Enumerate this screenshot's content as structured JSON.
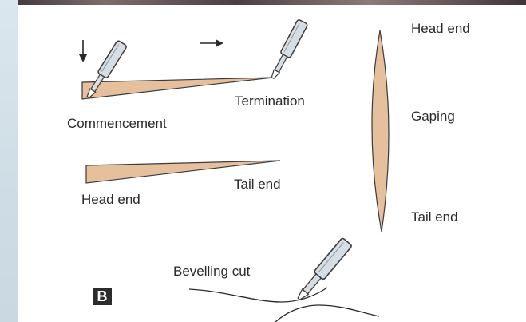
{
  "panel_letter": "B",
  "labels": {
    "commencement": "Commencement",
    "termination": "Termination",
    "head_end_wedge": "Head end",
    "tail_end_wedge": "Tail end",
    "head_end_gaping": "Head end",
    "gaping": "Gaping",
    "tail_end_gaping": "Tail end",
    "bevelling_cut": "Bevelling cut"
  },
  "colors": {
    "wound_fill": "#e6bf9c",
    "outline": "#3b3b3b",
    "blade_fill": "#d6dde3"
  },
  "icons": [
    "arrow-down-icon",
    "arrow-right-icon",
    "scalpel-icon"
  ]
}
